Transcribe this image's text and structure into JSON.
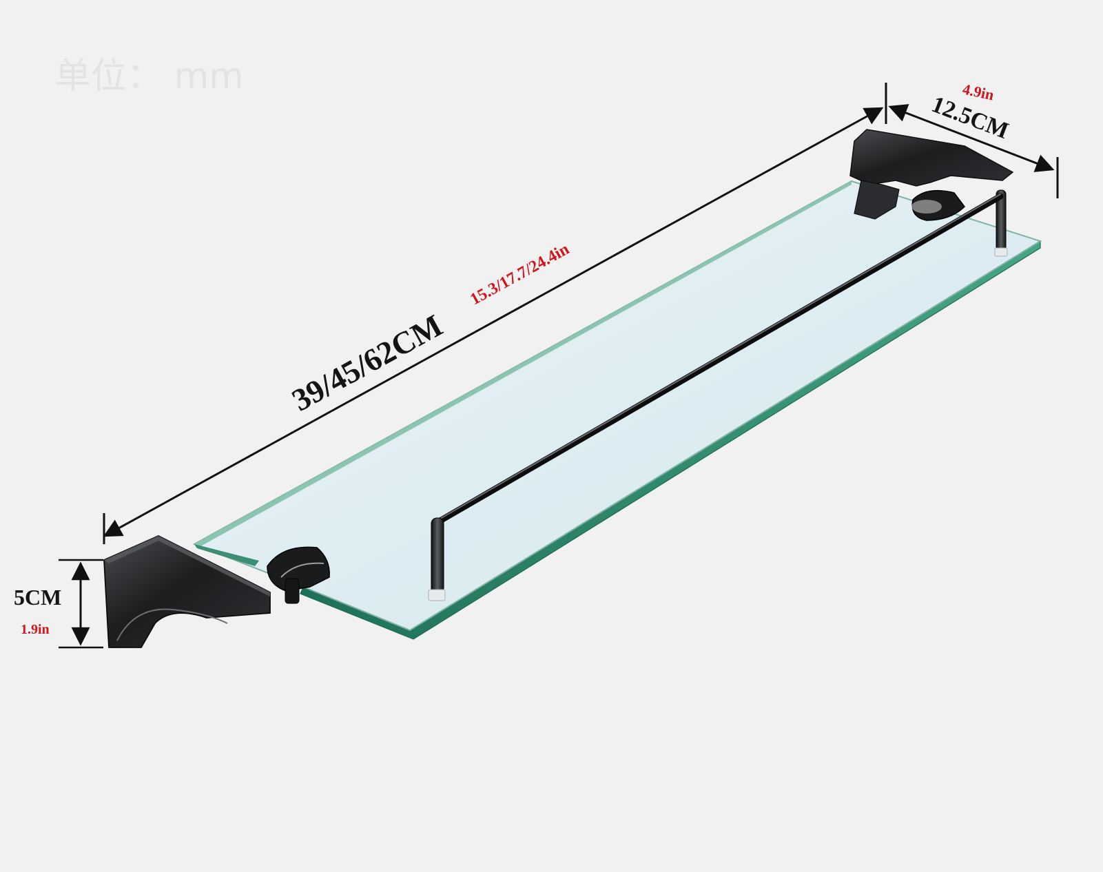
{
  "watermark": "单位： mm",
  "dimensions": {
    "length": {
      "metric": "39/45/62CM",
      "imperial": "15.3/17.7/24.4in"
    },
    "depth": {
      "metric": "12.5CM",
      "imperial": "4.9in"
    },
    "height": {
      "metric": "5CM",
      "imperial": "1.9in"
    }
  },
  "colors": {
    "background": "#f1f1f1",
    "glass": "#deedf2",
    "glass_edge": "#2f8a6e",
    "metal": "#202224",
    "dimension_line": "#111111",
    "imperial_text": "#d0151c"
  }
}
